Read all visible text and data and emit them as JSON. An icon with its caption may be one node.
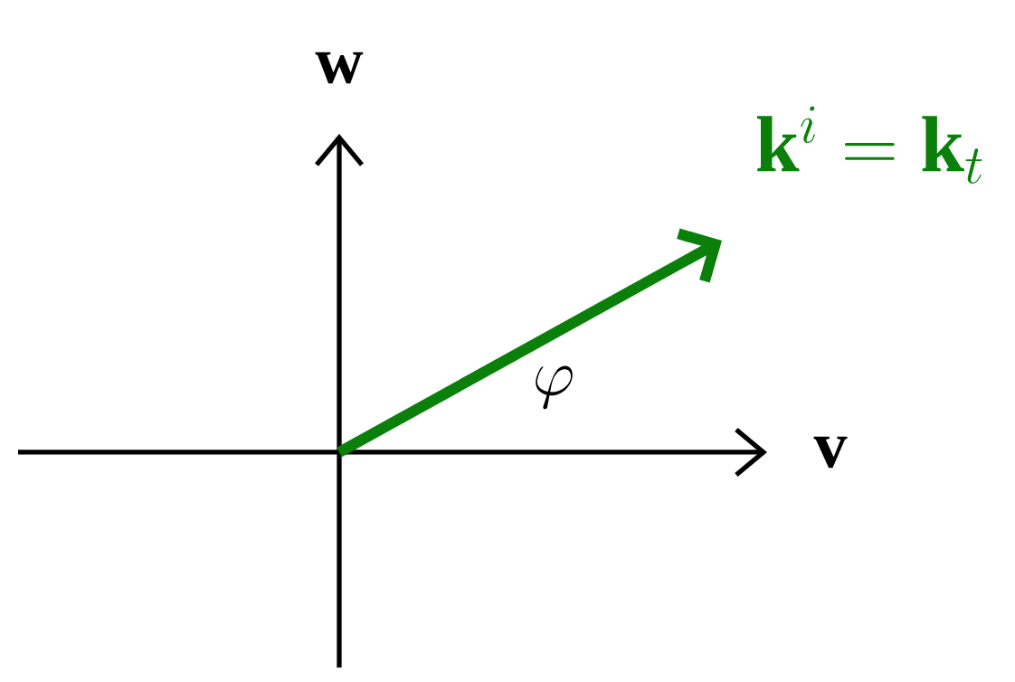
{
  "diagram": {
    "labels": [
      "\\mathbf{w}",
      "\\mathbf{v}",
      "\\varphi",
      "\\mathbf{k}^i = \\mathbf{k}_t"
    ]
  }
}
